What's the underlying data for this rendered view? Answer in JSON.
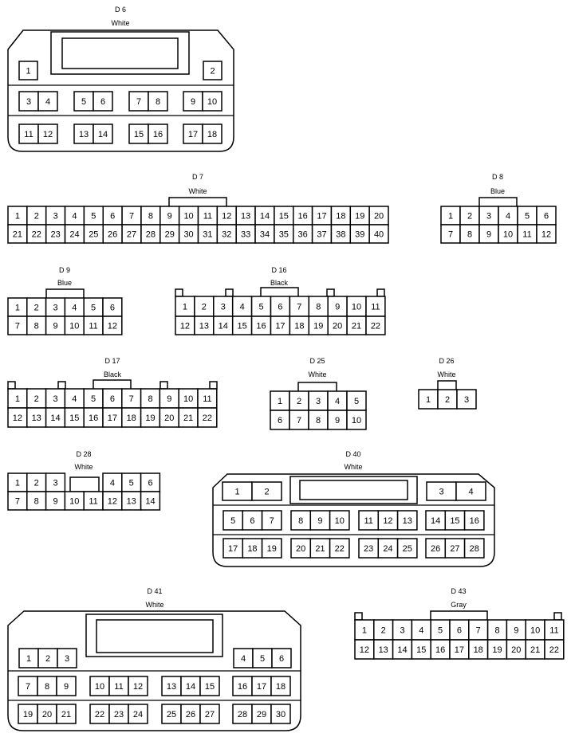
{
  "connectors": [
    {
      "id": "d6",
      "name": "D 6",
      "color": "White",
      "layout": "large",
      "rows": [
        [
          [
            "1"
          ],
          [
            "2"
          ]
        ],
        [
          [
            "3",
            "4"
          ],
          [
            "5",
            "6"
          ],
          [
            "7",
            "8"
          ],
          [
            "9",
            "10"
          ]
        ],
        [
          [
            "11",
            "12"
          ],
          [
            "13",
            "14"
          ],
          [
            "15",
            "16"
          ],
          [
            "17",
            "18"
          ]
        ]
      ]
    },
    {
      "id": "d7",
      "name": "D 7",
      "color": "White",
      "layout": "grid",
      "rows": [
        [
          "1",
          "2",
          "3",
          "4",
          "5",
          "6",
          "7",
          "8",
          "9",
          "10",
          "11",
          "12",
          "13",
          "14",
          "15",
          "16",
          "17",
          "18",
          "19",
          "20"
        ],
        [
          "21",
          "22",
          "23",
          "24",
          "25",
          "26",
          "27",
          "28",
          "29",
          "30",
          "31",
          "32",
          "33",
          "34",
          "35",
          "36",
          "37",
          "38",
          "39",
          "40"
        ]
      ]
    },
    {
      "id": "d8",
      "name": "D 8",
      "color": "Blue",
      "layout": "grid",
      "rows": [
        [
          "1",
          "2",
          "3",
          "4",
          "5",
          "6"
        ],
        [
          "7",
          "8",
          "9",
          "10",
          "11",
          "12"
        ]
      ]
    },
    {
      "id": "d9",
      "name": "D 9",
      "color": "Blue",
      "layout": "grid",
      "rows": [
        [
          "1",
          "2",
          "3",
          "4",
          "5",
          "6"
        ],
        [
          "7",
          "8",
          "9",
          "10",
          "11",
          "12"
        ]
      ]
    },
    {
      "id": "d16",
      "name": "D 16",
      "color": "Black",
      "layout": "grid",
      "rows": [
        [
          "1",
          "2",
          "3",
          "4",
          "5",
          "6",
          "7",
          "8",
          "9",
          "10",
          "11"
        ],
        [
          "12",
          "13",
          "14",
          "15",
          "16",
          "17",
          "18",
          "19",
          "20",
          "21",
          "22"
        ]
      ]
    },
    {
      "id": "d17",
      "name": "D 17",
      "color": "Black",
      "layout": "grid",
      "rows": [
        [
          "1",
          "2",
          "3",
          "4",
          "5",
          "6",
          "7",
          "8",
          "9",
          "10",
          "11"
        ],
        [
          "12",
          "13",
          "14",
          "15",
          "16",
          "17",
          "18",
          "19",
          "20",
          "21",
          "22"
        ]
      ]
    },
    {
      "id": "d25",
      "name": "D 25",
      "color": "White",
      "layout": "grid",
      "rows": [
        [
          "1",
          "2",
          "3",
          "4",
          "5"
        ],
        [
          "6",
          "7",
          "8",
          "9",
          "10"
        ]
      ]
    },
    {
      "id": "d26",
      "name": "D 26",
      "color": "White",
      "layout": "grid",
      "rows": [
        [
          "1",
          "2",
          "3"
        ]
      ]
    },
    {
      "id": "d28",
      "name": "D 28",
      "color": "White",
      "layout": "grid",
      "rows": [
        [
          "1",
          "2",
          "3",
          "",
          "4",
          "5",
          "6"
        ],
        [
          "7",
          "8",
          "9",
          "10",
          "11",
          "12",
          "13",
          "14"
        ]
      ]
    },
    {
      "id": "d40",
      "name": "D 40",
      "color": "White",
      "layout": "large",
      "rows": [
        [
          [
            "1",
            "2"
          ],
          [
            "3",
            "4"
          ]
        ],
        [
          [
            "5",
            "6",
            "7"
          ],
          [
            "8",
            "9",
            "10"
          ],
          [
            "11",
            "12",
            "13"
          ],
          [
            "14",
            "15",
            "16"
          ]
        ],
        [
          [
            "17",
            "18",
            "19"
          ],
          [
            "20",
            "21",
            "22"
          ],
          [
            "23",
            "24",
            "25"
          ],
          [
            "26",
            "27",
            "28"
          ]
        ]
      ]
    },
    {
      "id": "d41",
      "name": "D 41",
      "color": "White",
      "layout": "large",
      "rows": [
        [
          [
            "1",
            "2",
            "3"
          ],
          [
            "4",
            "5",
            "6"
          ]
        ],
        [
          [
            "7",
            "8",
            "9"
          ],
          [
            "10",
            "11",
            "12"
          ],
          [
            "13",
            "14",
            "15"
          ],
          [
            "16",
            "17",
            "18"
          ]
        ],
        [
          [
            "19",
            "20",
            "21"
          ],
          [
            "22",
            "23",
            "24"
          ],
          [
            "25",
            "26",
            "27"
          ],
          [
            "28",
            "29",
            "30"
          ]
        ]
      ]
    },
    {
      "id": "d43",
      "name": "D 43",
      "color": "Gray",
      "layout": "grid",
      "rows": [
        [
          "1",
          "2",
          "3",
          "4",
          "5",
          "6",
          "7",
          "8",
          "9",
          "10",
          "11"
        ],
        [
          "12",
          "13",
          "14",
          "15",
          "16",
          "17",
          "18",
          "19",
          "20",
          "21",
          "22"
        ]
      ]
    }
  ]
}
